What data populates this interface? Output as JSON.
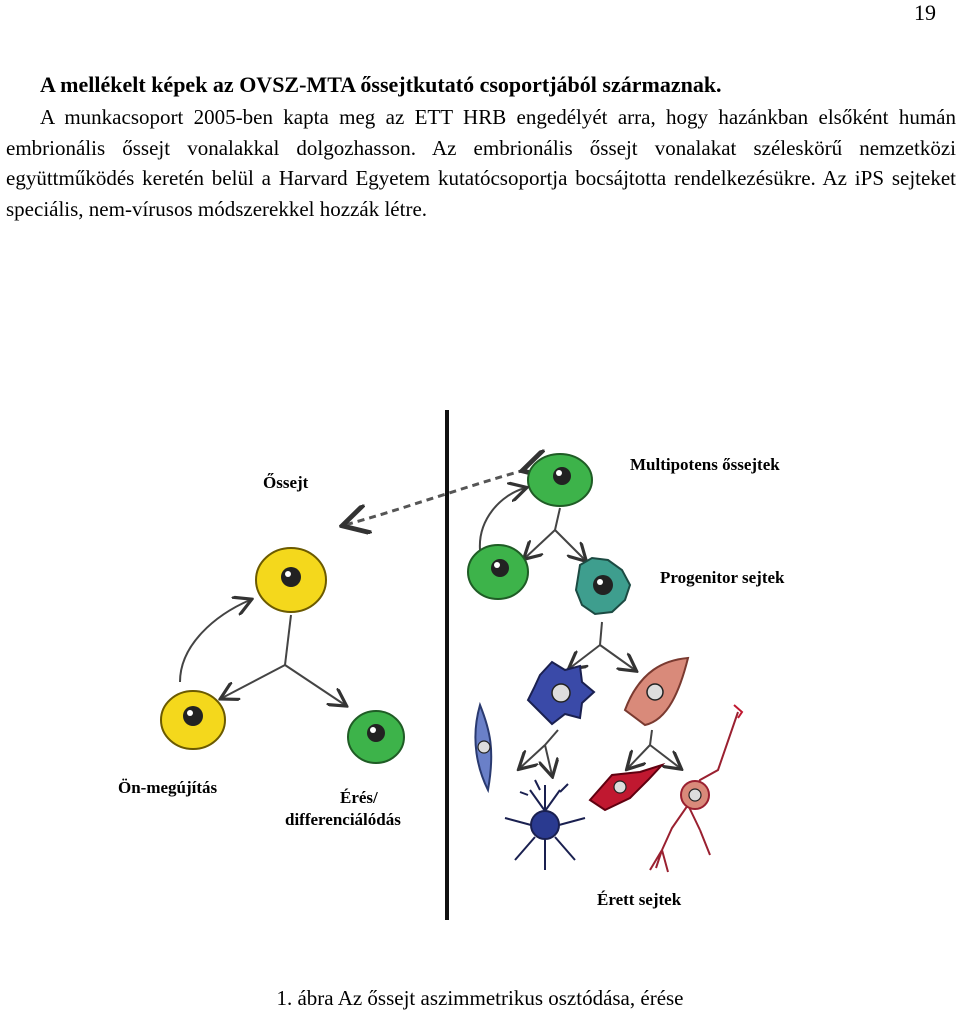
{
  "page": {
    "number": "19",
    "heading": "A mellékelt képek az OVSZ-MTA őssejtkutató csoportjából származnak.",
    "paragraph": "A munkacsoport 2005-ben kapta meg az ETT HRB engedélyét arra, hogy hazánkban elsőként humán embrionális őssejt vonalakkal dolgozhasson. Az embrionális őssejt vonalakat széleskörű nemzetközi együttműködés keretén belül a Harvard Egyetem kutatócsoportja bocsájtotta rendelkezésükre. Az iPS sejteket speciális, nem-vírusos módszerekkel hozzák létre."
  },
  "figure": {
    "labels": {
      "stem_cell": "Őssejt",
      "multipotent": "Multipotens őssejtek",
      "progenitor": "Progenitor sejtek",
      "self_renewal": "Ön-megújítás",
      "maturation_line1": "Érés/",
      "maturation_line2": "differenciálódás",
      "mature": "Érett sejtek"
    },
    "colors": {
      "stem_yellow": "#f4d81c",
      "multipotent_green": "#3db34a",
      "progenitor_teal": "#3e9e8e",
      "blue_cell": "#3a4aa8",
      "pink_cell": "#d98a7a",
      "red_cell": "#c01830"
    },
    "caption": "1. ábra Az őssejt aszimmetrikus osztódása, érése"
  }
}
